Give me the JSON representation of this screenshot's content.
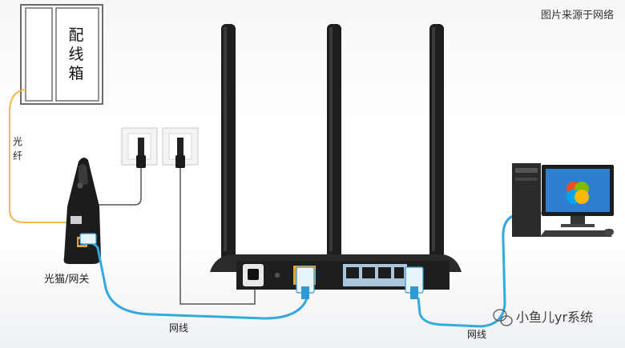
{
  "credit": "图片来源于网络",
  "labels": {
    "distribution_box": "配线箱",
    "fiber": "光纤",
    "modem": "光猫/网关",
    "cable_1": "网线",
    "cable_2": "网线"
  },
  "watermark": {
    "text": "小鱼儿yr系统",
    "icon": "wechat-icon"
  },
  "colors": {
    "fiber": "#f2b84b",
    "ethernet": "#35a8e0",
    "power_cable": "#555555",
    "router_body": "#1e1e1e",
    "lan_port_panel": "#a9c6dc",
    "wan_port": "#e0a43a"
  }
}
